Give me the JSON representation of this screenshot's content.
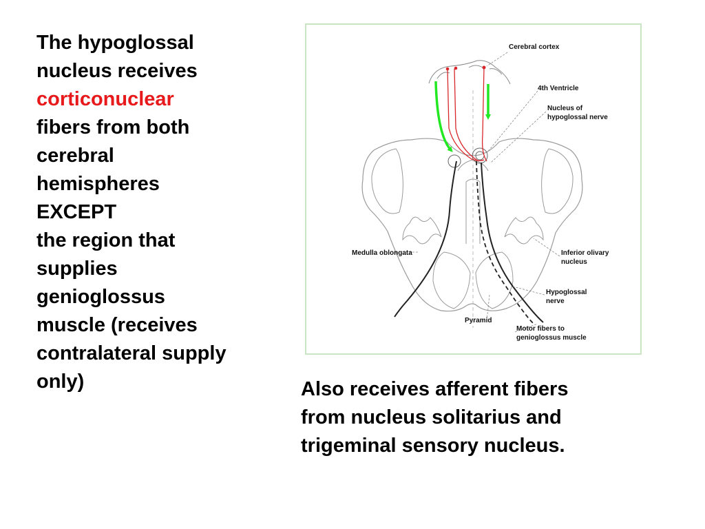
{
  "left_text": {
    "line1": "The hypoglossal",
    "line2": "nucleus receives",
    "highlight": "corticonuclear",
    "line4": "fibers from both",
    "line5": "cerebral",
    "line6": "hemispheres",
    "line7": "EXCEPT",
    "line8": "the region that",
    "line9": "supplies",
    "line10": "genioglossus",
    "line11": "muscle (receives",
    "line12": "contralateral supply",
    "line13": "only)"
  },
  "bottom_text": {
    "line1": "Also receives afferent fibers",
    "line2": "from nucleus solitarius and",
    "line3": "trigeminal sensory nucleus."
  },
  "diagram": {
    "labels": {
      "cerebral_cortex": "Cerebral cortex",
      "fourth_ventricle": "4th Ventricle",
      "nucleus_line1": "Nucleus of",
      "nucleus_line2": "hypoglossal nerve",
      "medulla": "Medulla oblongata",
      "olivary_line1": "Inferior olivary",
      "olivary_line2": "nucleus",
      "hypoglossal_line1": "Hypoglossal",
      "hypoglossal_line2": "nerve",
      "pyramid": "Pyramid",
      "motor_line1": "Motor fibers to",
      "motor_line2": "genioglossus muscle"
    },
    "colors": {
      "arrow": "#22e822",
      "fiber": "#d9262b",
      "frame": "#c9e5c3",
      "outline": "#9a9a9a"
    }
  }
}
